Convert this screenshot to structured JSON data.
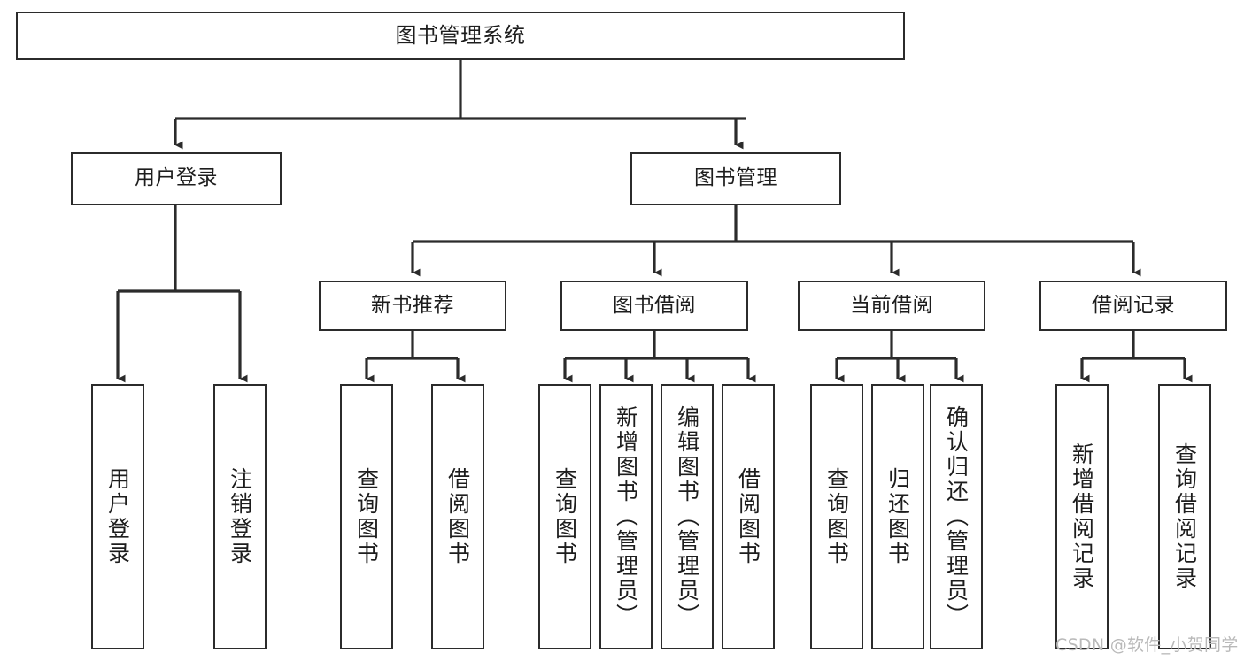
{
  "diagram": {
    "title": "图书管理系统",
    "type": "functional-structure-tree",
    "stroke_color": "#2b2b2b",
    "fill_color": "#ffffff",
    "text_color": "#1d1d1d"
  },
  "nodes": {
    "root": {
      "label": "图书管理系统"
    },
    "level1": [
      {
        "id": "user-login",
        "label": "用户登录"
      },
      {
        "id": "book-manage",
        "label": "图书管理"
      }
    ],
    "level2": [
      {
        "id": "new-book-recommend",
        "label": "新书推荐"
      },
      {
        "id": "book-borrow",
        "label": "图书借阅"
      },
      {
        "id": "current-borrow",
        "label": "当前借阅"
      },
      {
        "id": "borrow-record",
        "label": "借阅记录"
      }
    ],
    "leaves": [
      {
        "id": "leaf-user-login",
        "label": "用户登录",
        "parent": "user-login"
      },
      {
        "id": "leaf-logout",
        "label": "注销登录",
        "parent": "user-login"
      },
      {
        "id": "leaf-query-book-1",
        "label": "查询图书",
        "parent": "new-book-recommend"
      },
      {
        "id": "leaf-borrow-book-1",
        "label": "借阅图书",
        "parent": "new-book-recommend"
      },
      {
        "id": "leaf-query-book-2",
        "label": "查询图书",
        "parent": "book-borrow"
      },
      {
        "id": "leaf-add-book",
        "label": "新增图书（管理员）",
        "parent": "book-borrow"
      },
      {
        "id": "leaf-edit-book",
        "label": "编辑图书（管理员）",
        "parent": "book-borrow"
      },
      {
        "id": "leaf-borrow-book-2",
        "label": "借阅图书",
        "parent": "book-borrow"
      },
      {
        "id": "leaf-query-book-3",
        "label": "查询图书",
        "parent": "current-borrow"
      },
      {
        "id": "leaf-return-book",
        "label": "归还图书",
        "parent": "current-borrow"
      },
      {
        "id": "leaf-confirm-return",
        "label": "确认归还（管理员）",
        "parent": "current-borrow"
      },
      {
        "id": "leaf-add-record",
        "label": "新增借阅记录",
        "parent": "borrow-record"
      },
      {
        "id": "leaf-query-record",
        "label": "查询借阅记录",
        "parent": "borrow-record"
      }
    ]
  },
  "watermark": {
    "text": "CSDN @软件_小贺同学"
  }
}
